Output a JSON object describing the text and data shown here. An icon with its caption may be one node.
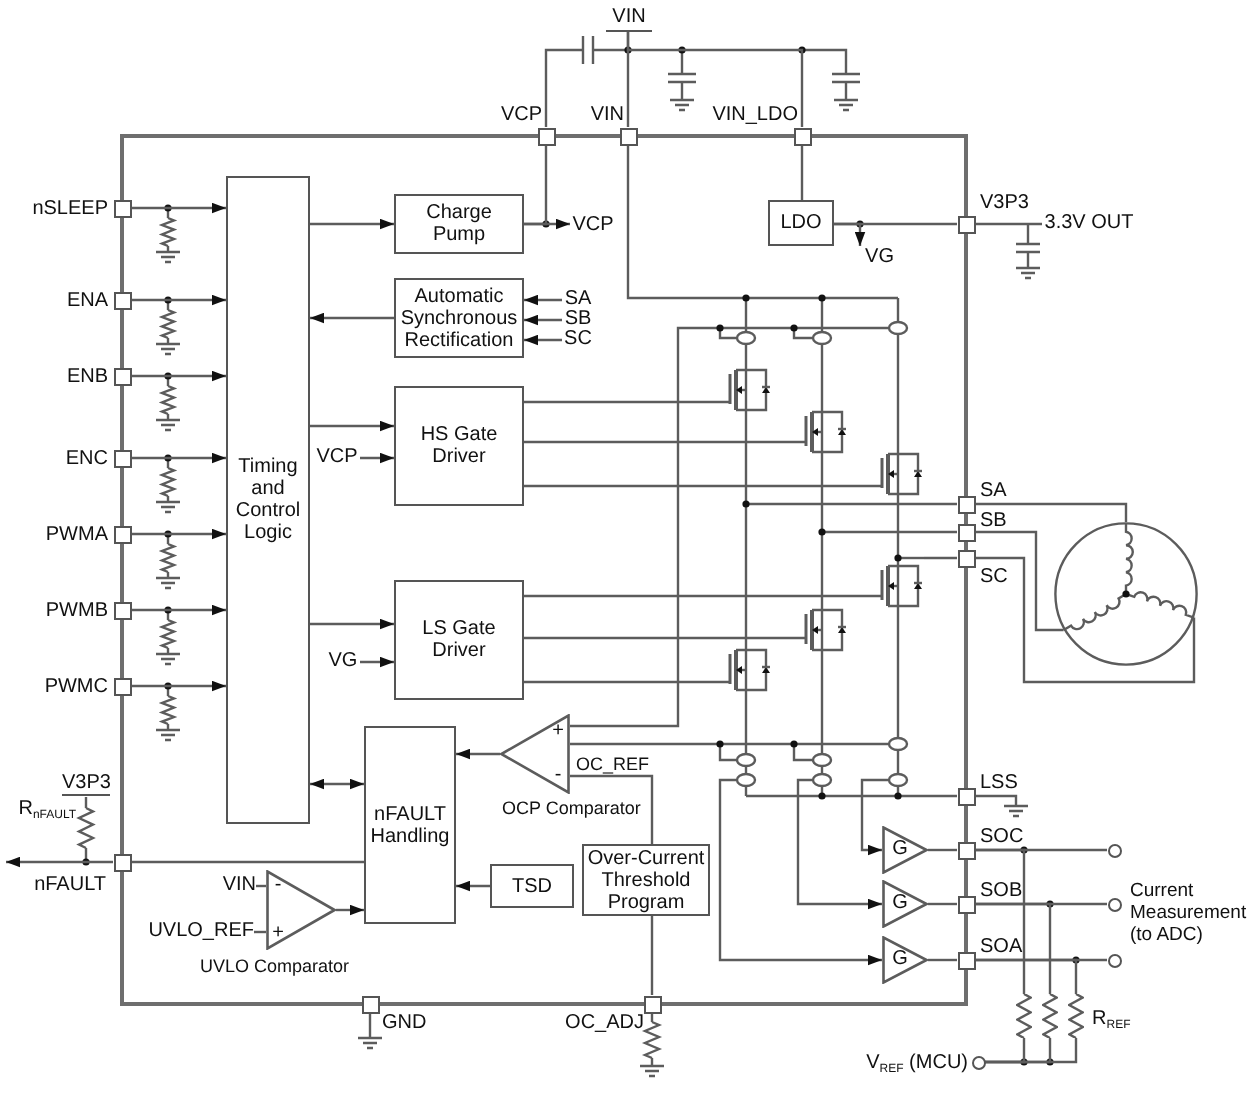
{
  "diagram": {
    "nodes": [
      {
        "text": [],
        "shape": "box"
      },
      {
        "text": [
          "VIN"
        ]
      },
      {
        "text": [],
        "shape": "box",
        "beside": [
          "VCP"
        ]
      },
      {
        "text": [],
        "shape": "box",
        "beside": [
          "VIN"
        ]
      },
      {
        "text": [],
        "shape": "box",
        "beside": [
          "VIN_LDO"
        ]
      },
      {
        "text": [],
        "shape": "box",
        "beside": [
          "nSLEEP"
        ]
      },
      {
        "text": [
          "Timing and Control Logic"
        ],
        "in": 0
      },
      {
        "text": [
          "Charge Pump"
        ],
        "in": 0
      },
      {
        "text": [
          "VCP"
        ],
        "in": 0
      },
      {
        "text": [
          "LDO"
        ],
        "in": 0
      },
      {
        "text": [
          "VG"
        ],
        "in": 0
      },
      {
        "text": [],
        "shape": "box",
        "beside": [
          "V3P3"
        ]
      },
      {
        "text": [
          "3.3V OUT"
        ]
      },
      {
        "text": [],
        "shape": "box",
        "beside": [
          "ENA"
        ]
      },
      {
        "text": [
          "Automatic Synchronous Rectification"
        ],
        "in": 0
      },
      {
        "text": [
          "SA"
        ],
        "in": 0
      },
      {
        "text": [
          "SB"
        ],
        "in": 0
      },
      {
        "text": [
          "SC"
        ],
        "in": 0
      },
      {
        "text": [],
        "shape": "box",
        "beside": [
          "ENB"
        ]
      },
      {
        "text": [
          "HS Gate Driver"
        ],
        "in": 0
      },
      {
        "text": [
          "VCP"
        ],
        "in": 0
      },
      {
        "text": [],
        "shape": "box",
        "beside": [
          "ENC"
        ]
      },
      {
        "text": [],
        "shape": "picture",
        "in": 0
      },
      {
        "text": [],
        "shape": "box",
        "beside": [
          "PWMA"
        ]
      },
      {
        "text": [],
        "shape": "box",
        "beside": [
          "SA"
        ]
      },
      {
        "text": [],
        "shape": "box",
        "beside": [
          "SB"
        ]
      },
      {
        "text": [],
        "shape": "box",
        "beside": [
          "SC"
        ]
      },
      {
        "text": [],
        "shape": "picture"
      },
      {
        "text": [],
        "shape": "box",
        "beside": [
          "PWMB"
        ]
      },
      {
        "text": [
          "LS Gate Driver"
        ],
        "in": 0
      },
      {
        "text": [
          "VG"
        ],
        "in": 0
      },
      {
        "text": [],
        "shape": "box",
        "beside": [
          "PWMC"
        ]
      },
      {
        "text": [
          "+",
          "-"
        ],
        "beside": [
          "OCP Comparator"
        ],
        "in": 0
      },
      {
        "text": [
          "nFAULT Handling"
        ],
        "in": 0
      },
      {
        "text": [],
        "shape": "box",
        "beside": [
          "LSS"
        ]
      },
      {
        "text": [],
        "shape": "box",
        "beside": [
          "nFAULT"
        ]
      },
      {
        "text": [
          "TSD"
        ],
        "in": 0
      },
      {
        "text": [
          "Over-Current Threshold Program"
        ],
        "in": 0
      },
      {
        "text": [
          "G"
        ],
        "in": 0
      },
      {
        "text": [],
        "shape": "box",
        "beside": [
          "SOC"
        ]
      },
      {
        "text": [],
        "shape": "circle"
      },
      {
        "text": [
          "VIN"
        ],
        "in": 0
      },
      {
        "text": [
          "-",
          "+"
        ],
        "beside": [
          "UVLO Comparator"
        ],
        "in": 0
      },
      {
        "text": [
          "G"
        ],
        "in": 0
      },
      {
        "text": [],
        "shape": "box",
        "beside": [
          "SOB"
        ]
      },
      {
        "text": [],
        "shape": "circle"
      },
      {
        "text": [
          "UVLO_REF"
        ],
        "in": 0
      },
      {
        "text": [
          "G"
        ],
        "in": 0
      },
      {
        "text": [],
        "shape": "box",
        "beside": [
          "SOA"
        ]
      },
      {
        "text": [],
        "shape": "circle"
      },
      {
        "text": [],
        "shape": "box",
        "beside": [
          "GND"
        ]
      },
      {
        "text": [],
        "shape": "box",
        "beside": [
          "OC_ADJ"
        ]
      },
      {
        "text": [],
        "shape": "circle",
        "beside": [
          "V$_{REF}$ (MCU)"
        ]
      },
      {
        "text": [],
        "shape": "resistor"
      },
      {
        "text": [],
        "shape": "resistor"
      },
      {
        "text": [],
        "shape": "resistor"
      }
    ],
    "edges": [
      {
        "from": 3,
        "to": 1,
        "arrow": "none"
      },
      {
        "from": 4,
        "to": 1,
        "arrow": "none"
      },
      {
        "from": 5,
        "to": 6,
        "arrow": "to"
      },
      {
        "from": 13,
        "to": 6,
        "arrow": "to"
      },
      {
        "from": 18,
        "to": 6,
        "arrow": "to"
      },
      {
        "from": 21,
        "to": 6,
        "arrow": "to"
      },
      {
        "from": 23,
        "to": 6,
        "arrow": "to"
      },
      {
        "from": 28,
        "to": 6,
        "arrow": "to"
      },
      {
        "from": 31,
        "to": 6,
        "arrow": "to"
      },
      {
        "from": 6,
        "to": 7,
        "arrow": "to"
      },
      {
        "from": 7,
        "to": 8,
        "arrow": "to"
      },
      {
        "from": 7,
        "to": 2,
        "arrow": "none"
      },
      {
        "from": 4,
        "to": 9,
        "arrow": "none"
      },
      {
        "from": 9,
        "to": 11,
        "arrow": "none"
      },
      {
        "from": 9,
        "to": 10,
        "arrow": "to"
      },
      {
        "from": 11,
        "to": 12,
        "arrow": "none"
      },
      {
        "from": 14,
        "to": 6,
        "arrow": "to"
      },
      {
        "from": 15,
        "to": 14,
        "arrow": "to"
      },
      {
        "from": 16,
        "to": 14,
        "arrow": "to"
      },
      {
        "from": 17,
        "to": 14,
        "arrow": "to"
      },
      {
        "from": 6,
        "to": 19,
        "arrow": "to"
      },
      {
        "from": 20,
        "to": 19,
        "arrow": "to"
      },
      {
        "from": 6,
        "to": 29,
        "arrow": "to"
      },
      {
        "from": 30,
        "to": 29,
        "arrow": "to"
      },
      {
        "from": 19,
        "to": 22,
        "arrow": "none"
      },
      {
        "from": 19,
        "to": 22,
        "arrow": "none"
      },
      {
        "from": 19,
        "to": 22,
        "arrow": "none"
      },
      {
        "from": 29,
        "to": 22,
        "arrow": "none"
      },
      {
        "from": 29,
        "to": 22,
        "arrow": "none"
      },
      {
        "from": 29,
        "to": 22,
        "arrow": "none"
      },
      {
        "from": 3,
        "to": 22,
        "arrow": "none"
      },
      {
        "from": 22,
        "to": 24,
        "arrow": "none"
      },
      {
        "from": 22,
        "to": 25,
        "arrow": "none"
      },
      {
        "from": 22,
        "to": 26,
        "arrow": "none"
      },
      {
        "from": 24,
        "to": 27,
        "arrow": "none"
      },
      {
        "from": 25,
        "to": 27,
        "arrow": "none"
      },
      {
        "from": 26,
        "to": 27,
        "arrow": "none"
      },
      {
        "from": 22,
        "to": 34,
        "arrow": "none"
      },
      {
        "from": 22,
        "to": 32,
        "arrow": "none"
      },
      {
        "from": 22,
        "to": 32,
        "arrow": "none"
      },
      {
        "from": 32,
        "to": 33,
        "arrow": "to"
      },
      {
        "from": 6,
        "to": 33,
        "arrow": "both"
      },
      {
        "from": 36,
        "to": 33,
        "arrow": "to"
      },
      {
        "from": 42,
        "to": 33,
        "arrow": "to"
      },
      {
        "from": 41,
        "to": 42,
        "arrow": "none"
      },
      {
        "from": 46,
        "to": 42,
        "arrow": "none"
      },
      {
        "from": 33,
        "to": 35,
        "arrow": "none"
      },
      {
        "from": 35,
        "to": null,
        "arrow": "to"
      },
      {
        "from": 37,
        "to": 32,
        "arrow": "none",
        "label": "OC_REF"
      },
      {
        "from": 37,
        "to": 51,
        "arrow": "none"
      },
      {
        "from": 22,
        "to": 38,
        "arrow": "to"
      },
      {
        "from": 22,
        "to": 43,
        "arrow": "to"
      },
      {
        "from": 22,
        "to": 47,
        "arrow": "to"
      },
      {
        "from": 38,
        "to": 39,
        "arrow": "none"
      },
      {
        "from": 43,
        "to": 44,
        "arrow": "none"
      },
      {
        "from": 47,
        "to": 48,
        "arrow": "none"
      },
      {
        "from": 39,
        "to": 40,
        "arrow": "none"
      },
      {
        "from": 44,
        "to": 45,
        "arrow": "none"
      },
      {
        "from": 48,
        "to": 49,
        "arrow": "none"
      },
      {
        "from": 39,
        "to": 53,
        "arrow": "none"
      },
      {
        "from": 44,
        "to": 54,
        "arrow": "none"
      },
      {
        "from": 48,
        "to": 55,
        "arrow": "none"
      },
      {
        "from": 53,
        "to": 52,
        "arrow": "none"
      },
      {
        "from": 54,
        "to": 52,
        "arrow": "none"
      },
      {
        "from": 55,
        "to": 52,
        "arrow": "none"
      }
    ],
    "labels": [
      "V3P3",
      "R$_{nFAULT}$",
      "Current Measurement (to ADC)",
      "R$_{REF}$"
    ]
  }
}
